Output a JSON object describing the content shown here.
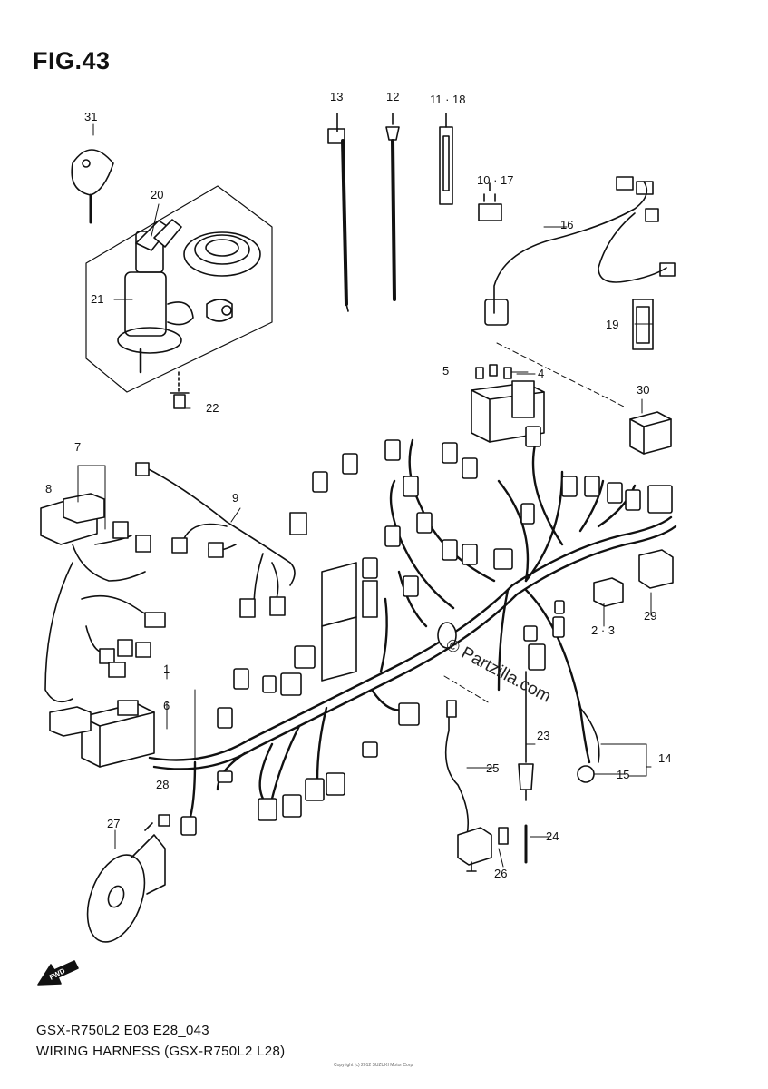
{
  "figure_title": "FIG.43",
  "caption_line1": "GSX-R750L2 E03 E28_043",
  "caption_line2": "WIRING HARNESS (GSX-R750L2 L28)",
  "watermark": "© Partzilla.com",
  "fwd_label": "FWD",
  "tiny_footer": "Copyright (c) 2012 SUZUKI Motor Corp",
  "callouts": [
    {
      "id": "31",
      "label": "31"
    },
    {
      "id": "20",
      "label": "20"
    },
    {
      "id": "21",
      "label": "21"
    },
    {
      "id": "22",
      "label": "22"
    },
    {
      "id": "13",
      "label": "13"
    },
    {
      "id": "12",
      "label": "12"
    },
    {
      "id": "11-18",
      "label": "11 · 18"
    },
    {
      "id": "10-17",
      "label": "10 · 17"
    },
    {
      "id": "16",
      "label": "16"
    },
    {
      "id": "19",
      "label": "19"
    },
    {
      "id": "5",
      "label": "5"
    },
    {
      "id": "4",
      "label": "4"
    },
    {
      "id": "30",
      "label": "30"
    },
    {
      "id": "7",
      "label": "7"
    },
    {
      "id": "8",
      "label": "8"
    },
    {
      "id": "9",
      "label": "9"
    },
    {
      "id": "1",
      "label": "1"
    },
    {
      "id": "6",
      "label": "6"
    },
    {
      "id": "28",
      "label": "28"
    },
    {
      "id": "27",
      "label": "27"
    },
    {
      "id": "2-3",
      "label": "2 · 3"
    },
    {
      "id": "29",
      "label": "29"
    },
    {
      "id": "23",
      "label": "23"
    },
    {
      "id": "25",
      "label": "25"
    },
    {
      "id": "14",
      "label": "14"
    },
    {
      "id": "15",
      "label": "15"
    },
    {
      "id": "24",
      "label": "24"
    },
    {
      "id": "26",
      "label": "26"
    }
  ]
}
